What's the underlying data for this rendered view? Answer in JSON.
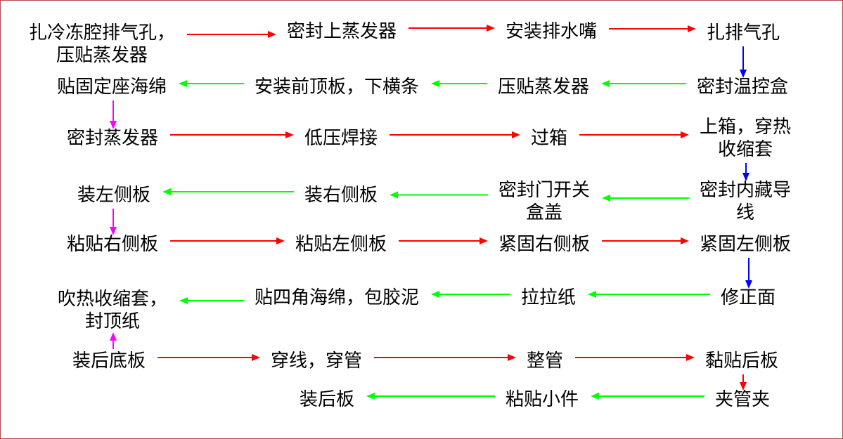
{
  "colors": {
    "forward": "#ff0000",
    "backward": "#00ff00",
    "down_right": "#0000ff",
    "down_left": "#ff00ff",
    "text": "#000000"
  },
  "steps": [
    {
      "id": "s1",
      "lines": [
        "扎冷冻腔排气孔，",
        "压贴蒸发器"
      ]
    },
    {
      "id": "s2",
      "lines": [
        "密封上蒸发器"
      ]
    },
    {
      "id": "s3",
      "lines": [
        "安装排水嘴"
      ]
    },
    {
      "id": "s4",
      "lines": [
        "扎排气孔"
      ]
    },
    {
      "id": "s5",
      "lines": [
        "密封温控盒"
      ]
    },
    {
      "id": "s6",
      "lines": [
        "压贴蒸发器"
      ]
    },
    {
      "id": "s7",
      "lines": [
        "安装前顶板，下横条"
      ]
    },
    {
      "id": "s8",
      "lines": [
        "贴固定座海绵"
      ]
    },
    {
      "id": "s9",
      "lines": [
        "密封蒸发器"
      ]
    },
    {
      "id": "s10",
      "lines": [
        "低压焊接"
      ]
    },
    {
      "id": "s11",
      "lines": [
        "过箱"
      ]
    },
    {
      "id": "s12",
      "lines": [
        "上箱，穿热",
        "收缩套"
      ]
    },
    {
      "id": "s13",
      "lines": [
        "密封内藏导",
        "线"
      ]
    },
    {
      "id": "s14",
      "lines": [
        "密封门开关",
        "盒盖"
      ]
    },
    {
      "id": "s15",
      "lines": [
        "装右侧板"
      ]
    },
    {
      "id": "s16",
      "lines": [
        "装左侧板"
      ]
    },
    {
      "id": "s17",
      "lines": [
        "粘贴右侧板"
      ]
    },
    {
      "id": "s18",
      "lines": [
        "粘贴左侧板"
      ]
    },
    {
      "id": "s19",
      "lines": [
        "紧固右侧板"
      ]
    },
    {
      "id": "s20",
      "lines": [
        "紧固左侧板"
      ]
    },
    {
      "id": "s21",
      "lines": [
        "修正面"
      ]
    },
    {
      "id": "s22",
      "lines": [
        "拉拉纸"
      ]
    },
    {
      "id": "s23",
      "lines": [
        "贴四角海绵，包胶泥"
      ]
    },
    {
      "id": "s24",
      "lines": [
        "吹热收缩套，",
        "封顶纸"
      ]
    },
    {
      "id": "s25",
      "lines": [
        "装后底板"
      ]
    },
    {
      "id": "s26",
      "lines": [
        "穿线，穿管"
      ]
    },
    {
      "id": "s27",
      "lines": [
        "整管"
      ]
    },
    {
      "id": "s28",
      "lines": [
        "黏贴后板"
      ]
    },
    {
      "id": "s29",
      "lines": [
        "夹管夹"
      ]
    },
    {
      "id": "s30",
      "lines": [
        "粘贴小件"
      ]
    },
    {
      "id": "s31",
      "lines": [
        "装后板"
      ]
    }
  ],
  "connections": [
    {
      "from": "s1",
      "to": "s2",
      "color": "forward"
    },
    {
      "from": "s2",
      "to": "s3",
      "color": "forward"
    },
    {
      "from": "s3",
      "to": "s4",
      "color": "forward"
    },
    {
      "from": "s4",
      "to": "s5",
      "color": "down_right"
    },
    {
      "from": "s5",
      "to": "s6",
      "color": "backward"
    },
    {
      "from": "s6",
      "to": "s7",
      "color": "backward"
    },
    {
      "from": "s7",
      "to": "s8",
      "color": "backward"
    },
    {
      "from": "s8",
      "to": "s9",
      "color": "down_left"
    },
    {
      "from": "s9",
      "to": "s10",
      "color": "forward"
    },
    {
      "from": "s10",
      "to": "s11",
      "color": "forward"
    },
    {
      "from": "s11",
      "to": "s12",
      "color": "forward"
    },
    {
      "from": "s12",
      "to": "s13",
      "color": "down_right"
    },
    {
      "from": "s13",
      "to": "s14",
      "color": "backward"
    },
    {
      "from": "s14",
      "to": "s15",
      "color": "backward"
    },
    {
      "from": "s15",
      "to": "s16",
      "color": "backward"
    },
    {
      "from": "s16",
      "to": "s17",
      "color": "down_left"
    },
    {
      "from": "s17",
      "to": "s18",
      "color": "forward"
    },
    {
      "from": "s18",
      "to": "s19",
      "color": "forward"
    },
    {
      "from": "s19",
      "to": "s20",
      "color": "forward"
    },
    {
      "from": "s20",
      "to": "s21",
      "color": "down_right"
    },
    {
      "from": "s21",
      "to": "s22",
      "color": "backward"
    },
    {
      "from": "s22",
      "to": "s23",
      "color": "backward"
    },
    {
      "from": "s23",
      "to": "s24",
      "color": "backward"
    },
    {
      "from": "s25",
      "to": "s24",
      "color": "down_left"
    },
    {
      "from": "s25",
      "to": "s26",
      "color": "forward"
    },
    {
      "from": "s26",
      "to": "s27",
      "color": "forward"
    },
    {
      "from": "s27",
      "to": "s28",
      "color": "forward"
    },
    {
      "from": "s28",
      "to": "s29",
      "color": "forward"
    },
    {
      "from": "s29",
      "to": "s30",
      "color": "backward"
    },
    {
      "from": "s30",
      "to": "s31",
      "color": "backward"
    }
  ]
}
